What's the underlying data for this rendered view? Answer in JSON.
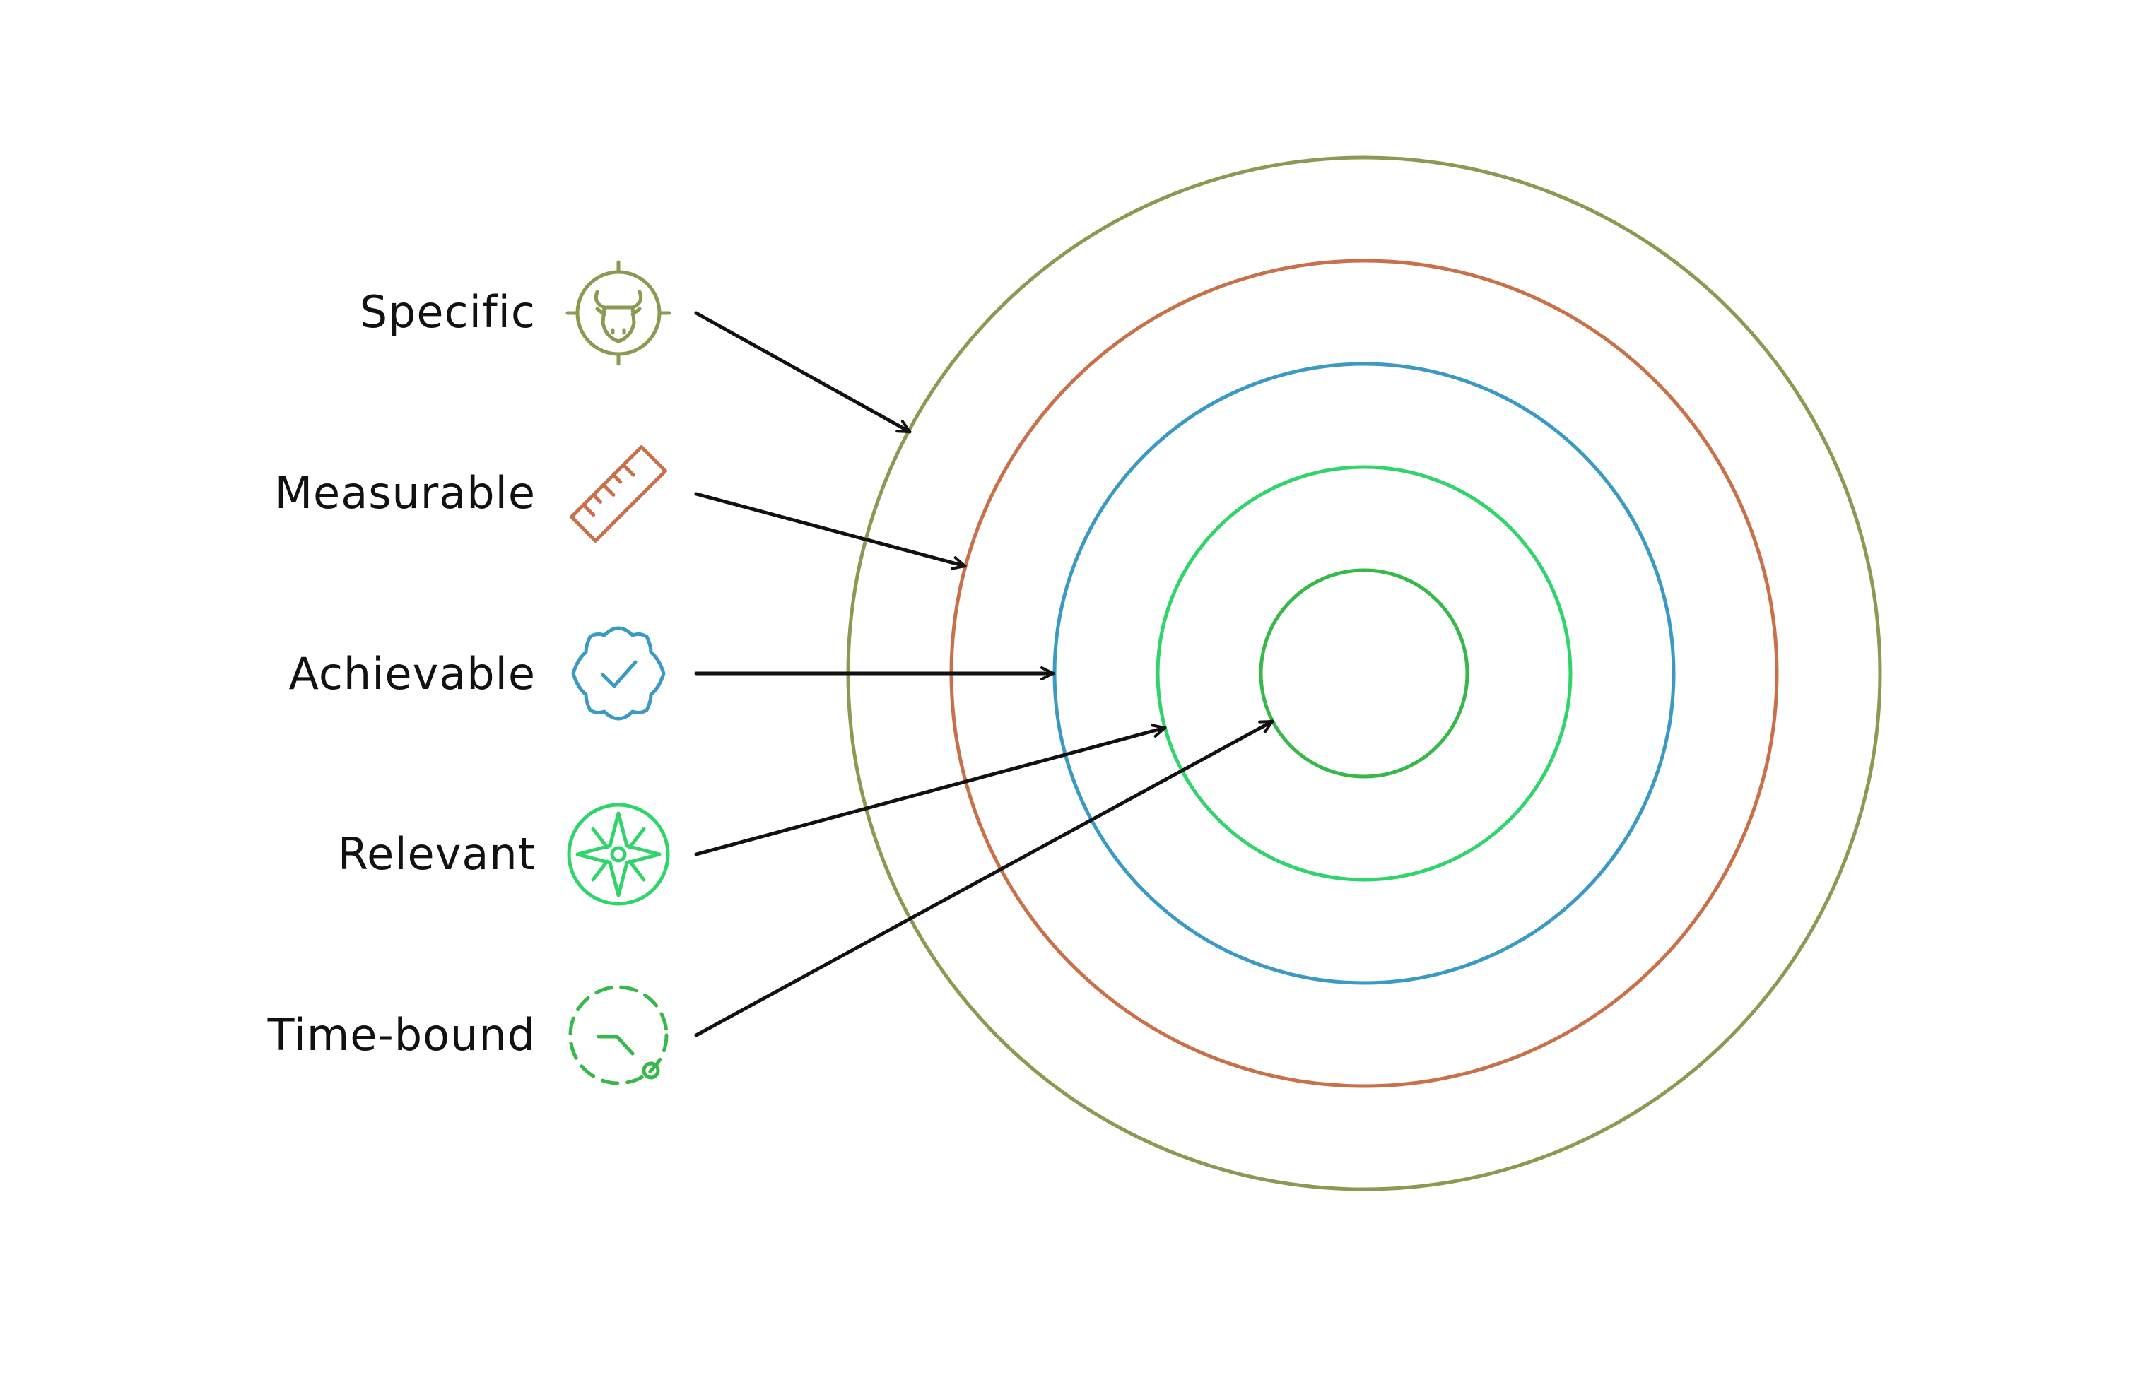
{
  "diagram": {
    "center_ring_colors": [
      "#8a9a52",
      "#c8704a",
      "#3b9ac3",
      "#2fd46a",
      "#37b84a"
    ],
    "items": [
      {
        "label": "Specific",
        "icon": "target-bull-icon",
        "color": "#8a9a52"
      },
      {
        "label": "Measurable",
        "icon": "ruler-icon",
        "color": "#c8704a"
      },
      {
        "label": "Achievable",
        "icon": "check-badge-icon",
        "color": "#3b9ac3"
      },
      {
        "label": "Relevant",
        "icon": "compass-star-icon",
        "color": "#2fd46a"
      },
      {
        "label": "Time-bound",
        "icon": "dashed-clock-icon",
        "color": "#37b84a"
      }
    ],
    "arrow_color": "#111111"
  }
}
